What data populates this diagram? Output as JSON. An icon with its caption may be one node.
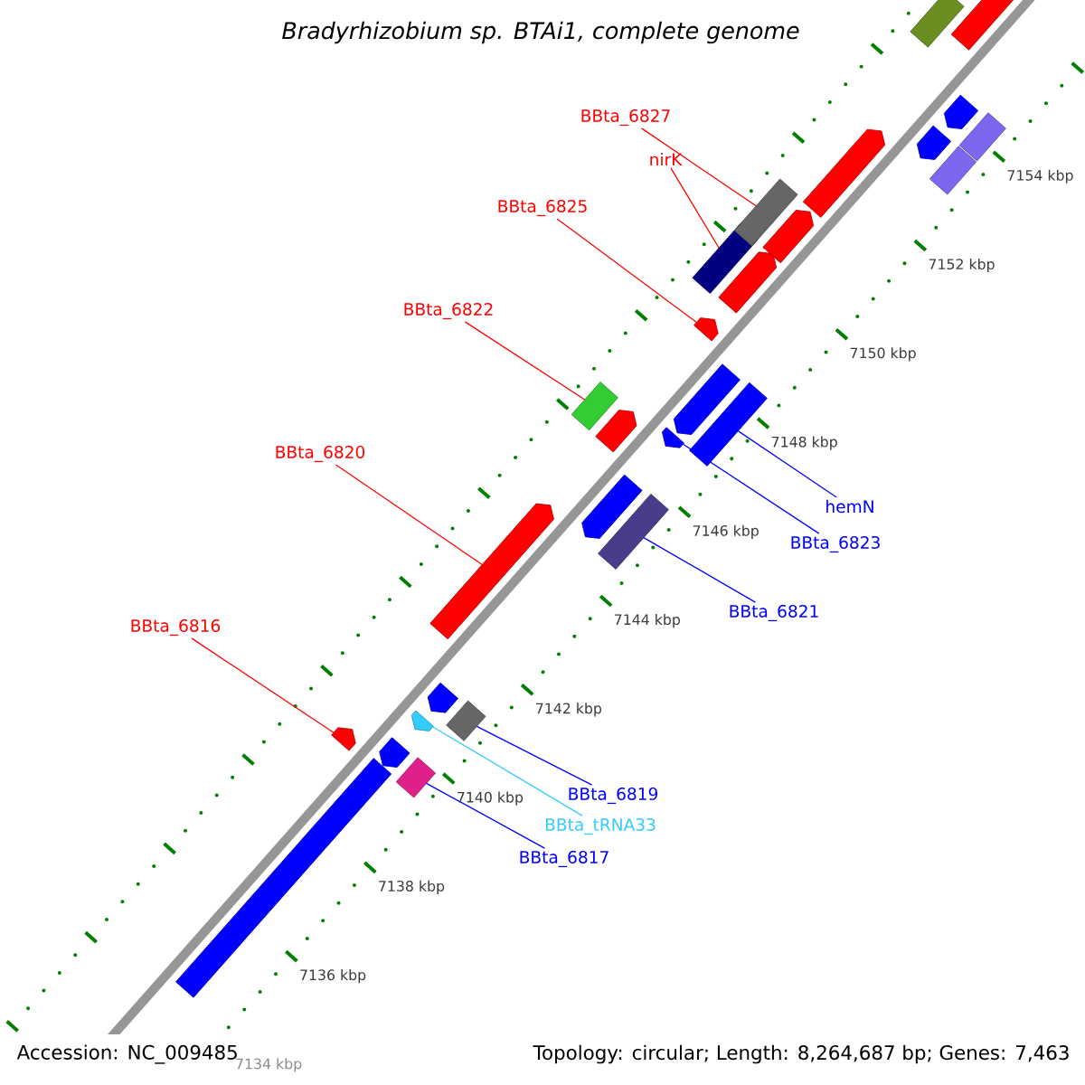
{
  "diagram": {
    "title": "Bradyrhizobium sp. BTAi1, complete genome",
    "nodes": [
      {
        "text": [
          "BBta_6827"
        ]
      },
      {
        "text": [
          "nirK"
        ]
      },
      {
        "text": [
          "BBta_6825"
        ]
      },
      {
        "text": [
          "BBta_6822"
        ]
      },
      {
        "text": [
          "BBta_6820"
        ]
      },
      {
        "text": [
          "hemN"
        ]
      },
      {
        "text": [
          "BBta_6823"
        ]
      },
      {
        "text": [
          "BBta_6821"
        ]
      },
      {
        "text": [
          "BBta_6816"
        ]
      },
      {
        "text": [
          "BBta_6819"
        ]
      },
      {
        "text": [
          "BBta_tRNA33"
        ]
      },
      {
        "text": [
          "BBta_6817"
        ]
      },
      {
        "text": [],
        "shape": "bar"
      },
      {
        "text": [],
        "shape": "bar"
      },
      {
        "text": [],
        "shape": "bar"
      },
      {
        "text": [],
        "shape": "bar"
      },
      {
        "text": [],
        "shape": "bar"
      },
      {
        "text": [],
        "shape": "bar"
      },
      {
        "text": [],
        "shape": "bar"
      },
      {
        "text": [],
        "shape": "bar"
      },
      {
        "text": [],
        "shape": "bar"
      },
      {
        "text": [],
        "shape": "bar"
      },
      {
        "text": [],
        "shape": "bar"
      },
      {
        "text": [],
        "shape": "bar"
      },
      {
        "text": [],
        "shape": "bar"
      },
      {
        "text": [],
        "shape": "bar"
      },
      {
        "text": [],
        "shape": "bar"
      },
      {
        "text": [],
        "shape": "bar"
      },
      {
        "text": [],
        "shape": "bar"
      },
      {
        "text": [],
        "shape": "bar"
      },
      {
        "text": [],
        "shape": "bar"
      },
      {
        "text": [],
        "shape": "bar"
      },
      {
        "text": [],
        "shape": "bar"
      },
      {
        "text": [],
        "shape": "bar"
      },
      {
        "text": [],
        "shape": "bar"
      },
      {
        "text": [],
        "shape": "bar"
      },
      {
        "text": [],
        "shape": "bar"
      },
      {
        "text": [],
        "shape": "bar"
      },
      {
        "text": [],
        "shape": "bar"
      }
    ],
    "edges": [
      {
        "from": 0,
        "to": 30,
        "arrow": "none"
      },
      {
        "from": 1,
        "to": 27,
        "arrow": "none"
      },
      {
        "from": 2,
        "to": 25,
        "arrow": "none"
      },
      {
        "from": 3,
        "to": 20,
        "arrow": "none"
      },
      {
        "from": 4,
        "to": 19,
        "arrow": "none"
      },
      {
        "from": 5,
        "to": 28,
        "arrow": "none",
        "color": "#0000ff"
      },
      {
        "from": 6,
        "to": 24,
        "arrow": "none",
        "color": "#0000ff"
      },
      {
        "from": 7,
        "to": 23,
        "arrow": "none",
        "color": "#0000ff"
      },
      {
        "from": 8,
        "to": 13,
        "arrow": "none"
      },
      {
        "from": 9,
        "to": 18,
        "arrow": "none",
        "color": "#0000ff"
      },
      {
        "from": 10,
        "to": 16,
        "arrow": "none",
        "color": "#33ccff"
      },
      {
        "from": 11,
        "to": 15,
        "arrow": "none",
        "color": "#0000ff"
      }
    ],
    "labels": [
      "7134 kbp",
      "7136 kbp",
      "7138 kbp",
      "7140 kbp",
      "7142 kbp",
      "7144 kbp",
      "7146 kbp",
      "7148 kbp",
      "7150 kbp",
      "7152 kbp",
      "7154 kbp",
      "Accession: NC_009485",
      "Topology: circular; Length: 8,264,687 bp; Genes: 7,463"
    ]
  }
}
